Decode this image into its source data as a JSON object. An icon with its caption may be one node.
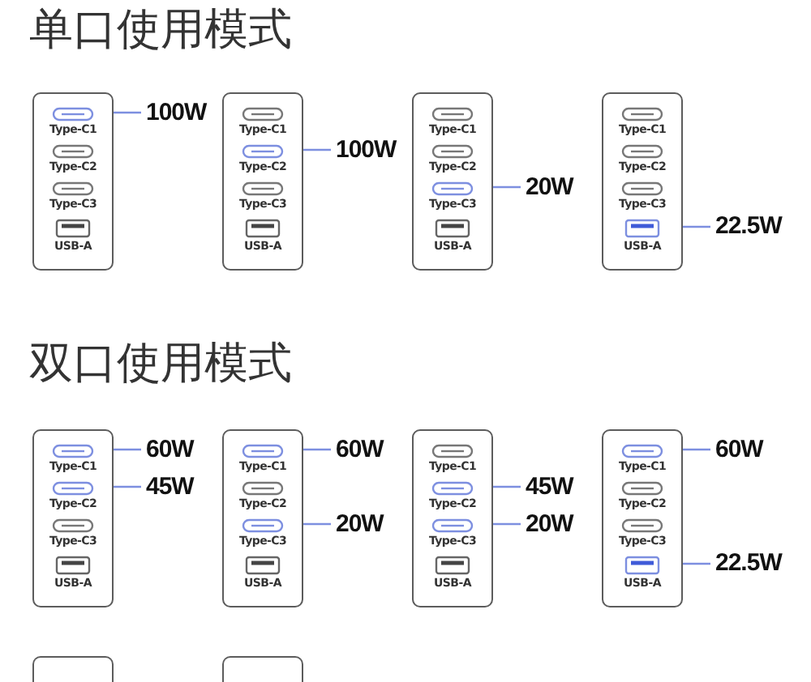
{
  "diagram": {
    "nodes": [
      {
        "text": [],
        "shape": "box"
      },
      {
        "text": [
          "Type-C1"
        ],
        "in": 0
      },
      {
        "text": [
          "Type-C2"
        ],
        "in": 0
      },
      {
        "text": [
          "Type-C3"
        ],
        "in": 0
      },
      {
        "text": [
          "USB-A"
        ],
        "in": 0
      },
      {
        "text": [
          "100W"
        ]
      },
      {
        "text": [],
        "shape": "box"
      },
      {
        "text": [
          "Type-C1"
        ],
        "in": 6
      },
      {
        "text": [
          "Type-C2"
        ],
        "in": 6
      },
      {
        "text": [
          "Type-C3"
        ],
        "in": 6
      },
      {
        "text": [
          "USB-A"
        ],
        "in": 6
      },
      {
        "text": [
          "100W"
        ]
      },
      {
        "text": [],
        "shape": "box"
      },
      {
        "text": [
          "Type-C1"
        ],
        "in": 12
      },
      {
        "text": [
          "Type-C2"
        ],
        "in": 12
      },
      {
        "text": [
          "Type-C3"
        ],
        "in": 12
      },
      {
        "text": [
          "USB-A"
        ],
        "in": 12
      },
      {
        "text": [
          "20W"
        ]
      },
      {
        "text": [],
        "shape": "box"
      },
      {
        "text": [
          "Type-C1"
        ],
        "in": 18
      },
      {
        "text": [
          "Type-C2"
        ],
        "in": 18
      },
      {
        "text": [
          "Type-C3"
        ],
        "in": 18
      },
      {
        "text": [
          "USB-A"
        ],
        "in": 18
      },
      {
        "text": [
          "22.5W"
        ]
      },
      {
        "text": [],
        "shape": "box"
      },
      {
        "text": [
          "Type-C1"
        ],
        "in": 24
      },
      {
        "text": [
          "Type-C2"
        ],
        "in": 24
      },
      {
        "text": [
          "Type-C3"
        ],
        "in": 24
      },
      {
        "text": [
          "USB-A"
        ],
        "in": 24
      },
      {
        "text": [
          "60W"
        ]
      },
      {
        "text": [
          "45W"
        ]
      },
      {
        "text": [],
        "shape": "box"
      },
      {
        "text": [
          "Type-C1"
        ],
        "in": 31
      },
      {
        "text": [
          "Type-C2"
        ],
        "in": 31
      },
      {
        "text": [
          "Type-C3"
        ],
        "in": 31
      },
      {
        "text": [
          "USB-A"
        ],
        "in": 31
      },
      {
        "text": [
          "60W"
        ]
      },
      {
        "text": [
          "20W"
        ]
      },
      {
        "text": [],
        "shape": "box"
      },
      {
        "text": [
          "Type-C1"
        ],
        "in": 38
      },
      {
        "text": [
          "Type-C2"
        ],
        "in": 38
      },
      {
        "text": [
          "Type-C3"
        ],
        "in": 38
      },
      {
        "text": [
          "USB-A"
        ],
        "in": 38
      },
      {
        "text": [
          "45W"
        ]
      },
      {
        "text": [
          "20W"
        ]
      },
      {
        "text": [],
        "shape": "box"
      },
      {
        "text": [
          "Type-C1"
        ],
        "in": 45
      },
      {
        "text": [
          "Type-C2"
        ],
        "in": 45
      },
      {
        "text": [
          "Type-C3"
        ],
        "in": 45
      },
      {
        "text": [
          "USB-A"
        ],
        "in": 45
      },
      {
        "text": [
          "60W"
        ]
      },
      {
        "text": [
          "22.5W"
        ]
      },
      {
        "text": [],
        "shape": "box"
      },
      {
        "text": [],
        "shape": "box"
      }
    ],
    "edges": [
      {
        "from": 1,
        "to": 5,
        "arrow": "none"
      },
      {
        "from": 8,
        "to": 11,
        "arrow": "none"
      },
      {
        "from": 15,
        "to": 17,
        "arrow": "none"
      },
      {
        "from": 22,
        "to": 23,
        "arrow": "none"
      },
      {
        "from": 25,
        "to": 29,
        "arrow": "none"
      },
      {
        "from": 26,
        "to": 30,
        "arrow": "none"
      },
      {
        "from": 32,
        "to": 36,
        "arrow": "none"
      },
      {
        "from": 34,
        "to": 37,
        "arrow": "none"
      },
      {
        "from": 40,
        "to": 43,
        "arrow": "none"
      },
      {
        "from": 41,
        "to": 44,
        "arrow": "none"
      },
      {
        "from": 46,
        "to": 50,
        "arrow": "none"
      },
      {
        "from": 49,
        "to": 51,
        "arrow": "none"
      }
    ],
    "labels": [
      "单口使用模式",
      "双口使用模式"
    ]
  }
}
